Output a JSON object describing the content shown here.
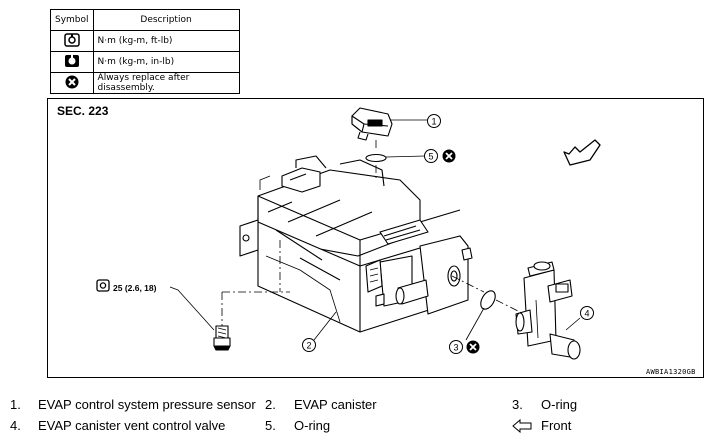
{
  "legend": {
    "header_symbol": "Symbol",
    "header_description": "Description",
    "rows": [
      {
        "icon": "torque-ft-lb-icon",
        "description": "N·m (kg-m, ft-lb)"
      },
      {
        "icon": "torque-in-lb-icon",
        "description": "N·m (kg-m, in-lb)"
      },
      {
        "icon": "always-replace-icon",
        "description": "Always replace after disassembly."
      }
    ]
  },
  "diagram": {
    "section": "SEC. 223",
    "code": "AWBIA1320GB",
    "torque_spec": "25 (2.6, 18)",
    "callouts": [
      "1",
      "2",
      "3",
      "4",
      "5"
    ]
  },
  "parts": {
    "p1_num": "1.",
    "p1_name": "EVAP control system pressure sensor",
    "p2_num": "2.",
    "p2_name": "EVAP canister",
    "p3_num": "3.",
    "p3_name": "O-ring",
    "p4_num": "4.",
    "p4_name": "EVAP canister vent control valve",
    "p5_num": "5.",
    "p5_name": "O-ring",
    "front_label": "Front"
  }
}
